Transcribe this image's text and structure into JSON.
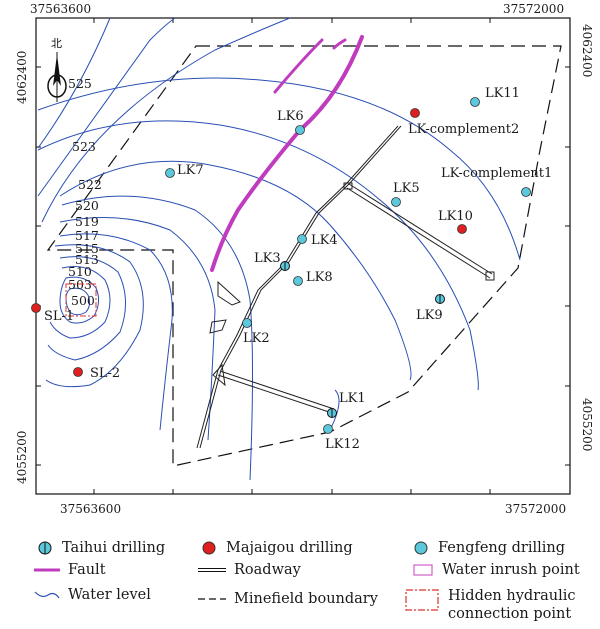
{
  "coords": {
    "top_left_x": "37563600",
    "top_right_x": "37572000",
    "bottom_left_x": "37563600",
    "bottom_right_x": "37572000",
    "left_top_y": "4062400",
    "left_bottom_y": "4055200",
    "right_top_y": "4062400",
    "right_bottom_y": "4055200"
  },
  "north": {
    "char": "北",
    "elevation": "525"
  },
  "water_levels": [
    "523",
    "522",
    "520",
    "519",
    "517",
    "515",
    "513",
    "510",
    "503",
    "500"
  ],
  "points": {
    "LK1": "LK1",
    "LK2": "LK2",
    "LK3": "LK3",
    "LK4": "LK4",
    "LK5": "LK5",
    "LK6": "LK6",
    "LK7": "LK7",
    "LK8": "LK8",
    "LK9": "LK9",
    "LK10": "LK10",
    "LK11": "LK11",
    "LK12": "LK12",
    "LKc1": "LK-complement1",
    "LKc2": "LK-complement2",
    "SL1": "SL-1",
    "SL2": "SL-2"
  },
  "colors": {
    "fengfeng": "#5bc8dc",
    "majiagou": "#e02020",
    "fault": "#c03cbf",
    "water_level": "#2a4fb5",
    "inrush": "#d060c8",
    "hidden": "#e03030"
  },
  "legend": {
    "taihui": "Taihui drilling",
    "majiagou": "Majaigou drilling",
    "fengfeng": "Fengfeng drilling",
    "fault": "Fault",
    "roadway": "Roadway",
    "inrush": "Water inrush point",
    "water_level": "Water level",
    "boundary": "Minefield boundary",
    "hidden": "Hidden hydraulic connection point"
  }
}
